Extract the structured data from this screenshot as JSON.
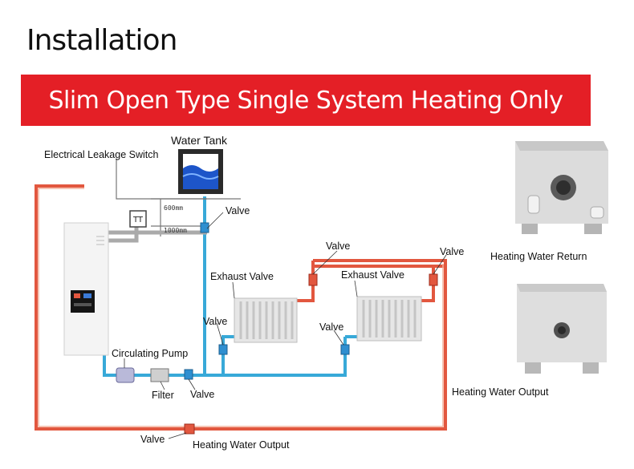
{
  "header": {
    "title": "Installation",
    "banner": "Slim Open Type Single System Heating Only"
  },
  "diagram": {
    "labels": {
      "water_tank": "Water Tank",
      "electrical_leakage_switch": "Electrical Leakage Switch",
      "valve_tank": "Valve",
      "dim_600": "600mm",
      "dim_1000": "1000mm",
      "valve_top_mid": "Valve",
      "valve_top_right": "Valve",
      "exhaust_valve_1": "Exhaust Valve",
      "exhaust_valve_2": "Exhaust Valve",
      "valve_rad1": "Valve",
      "valve_rad2": "Valve",
      "circulating_pump": "Circulating Pump",
      "filter": "Filter",
      "valve_bottom": "Valve",
      "valve_output": "Valve",
      "heating_water_output_bottom": "Heating Water Output"
    },
    "colors": {
      "hot_pipe": "#e2573f",
      "cold_pipe": "#38a9d8",
      "banner": "#e41f26"
    }
  },
  "photos": {
    "return_caption": "Heating Water Return",
    "output_caption": "Heating Water Output"
  }
}
